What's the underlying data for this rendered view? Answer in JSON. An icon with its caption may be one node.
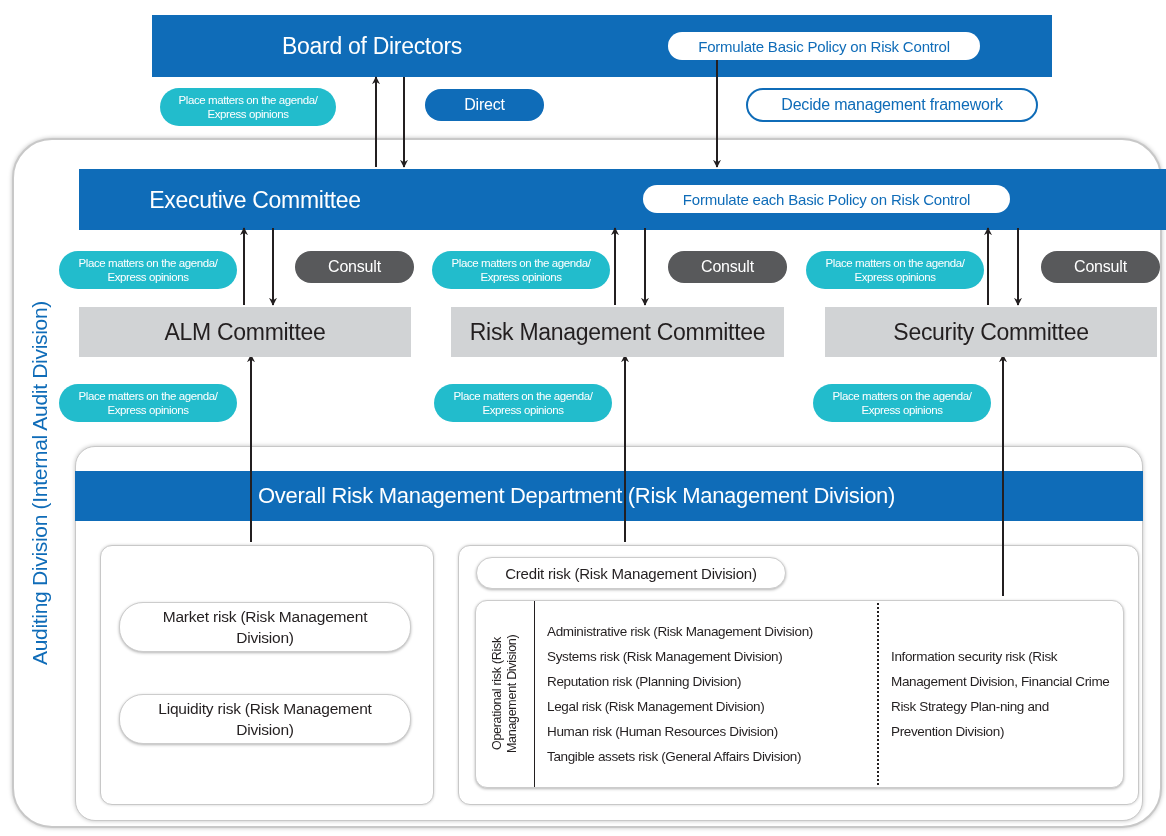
{
  "diagram": {
    "nodes": [
      {
        "text": [
          "Board of Directors"
        ]
      },
      {
        "text": [
          "Formulate Basic Policy on Risk Control"
        ],
        "in": 0
      },
      {
        "text": [
          "Place matters on the agenda/ Express opinions"
        ]
      },
      {
        "text": [
          "Direct"
        ]
      },
      {
        "text": [
          "Decide management framework"
        ]
      },
      {
        "text": [
          "Auditing Division (Internal Audit Division)"
        ]
      },
      {
        "text": [
          "Executive Committee"
        ],
        "in": 5
      },
      {
        "text": [
          "Formulate each Basic Policy on Risk Control"
        ],
        "in": 6
      },
      {
        "text": [
          "Place matters on the agenda/ Express opinions"
        ],
        "in": 5
      },
      {
        "text": [
          "Consult"
        ],
        "in": 5
      },
      {
        "text": [
          "Place matters on the agenda/ Express opinions"
        ],
        "in": 5
      },
      {
        "text": [
          "Consult"
        ],
        "in": 5
      },
      {
        "text": [
          "Place matters on the agenda/ Express opinions"
        ],
        "in": 5
      },
      {
        "text": [
          "Consult"
        ],
        "in": 5
      },
      {
        "text": [
          "ALM Committee"
        ],
        "in": 5
      },
      {
        "text": [
          "Risk Management Committee"
        ],
        "in": 5
      },
      {
        "text": [
          "Security Committee"
        ],
        "in": 5
      },
      {
        "text": [
          "Place matters on the agenda/ Express opinions"
        ],
        "in": 5
      },
      {
        "text": [
          "Place matters on the agenda/ Express opinions"
        ],
        "in": 5
      },
      {
        "text": [
          "Place matters on the agenda/ Express opinions"
        ],
        "in": 5
      },
      {
        "text": [
          "Overall Risk Management Department (Risk Management Division)"
        ],
        "in": 5
      },
      {
        "text": [],
        "shape": "box",
        "in": 20
      },
      {
        "text": [
          "Market risk (Risk Management Division)"
        ],
        "in": 21
      },
      {
        "text": [
          "Liquidity risk (Risk Management Division)"
        ],
        "in": 21
      },
      {
        "text": [],
        "shape": "box",
        "in": 20
      },
      {
        "text": [
          "Credit risk (Risk Management Division)"
        ],
        "in": 24
      },
      {
        "text": [
          "Operational risk (Risk Management Division)",
          "Administrative risk (Risk Management Division)",
          "Systems risk (Risk Management Division)",
          "Reputation risk (Planning Division)",
          "Legal risk (Risk Management Division)",
          "Human risk (Human Resources Division)",
          "Tangible assets risk (General Affairs Division)",
          "Information security risk (Risk Management Division, Financial Crime Risk Strategy Plan-ning and Prevention Division)"
        ],
        "in": 24
      }
    ],
    "edges": [
      {
        "from": 6,
        "to": 0,
        "arrow": "to"
      },
      {
        "from": 0,
        "to": 6,
        "arrow": "to"
      },
      {
        "from": 1,
        "to": 6,
        "arrow": "to"
      },
      {
        "from": 14,
        "to": 6,
        "arrow": "to"
      },
      {
        "from": 6,
        "to": 14,
        "arrow": "to"
      },
      {
        "from": 15,
        "to": 6,
        "arrow": "to"
      },
      {
        "from": 6,
        "to": 15,
        "arrow": "to"
      },
      {
        "from": 16,
        "to": 6,
        "arrow": "to"
      },
      {
        "from": 6,
        "to": 16,
        "arrow": "to"
      },
      {
        "from": 21,
        "to": 14,
        "arrow": "to"
      },
      {
        "from": 24,
        "to": 15,
        "arrow": "to"
      },
      {
        "from": 26,
        "to": 16,
        "arrow": "to"
      }
    ]
  }
}
